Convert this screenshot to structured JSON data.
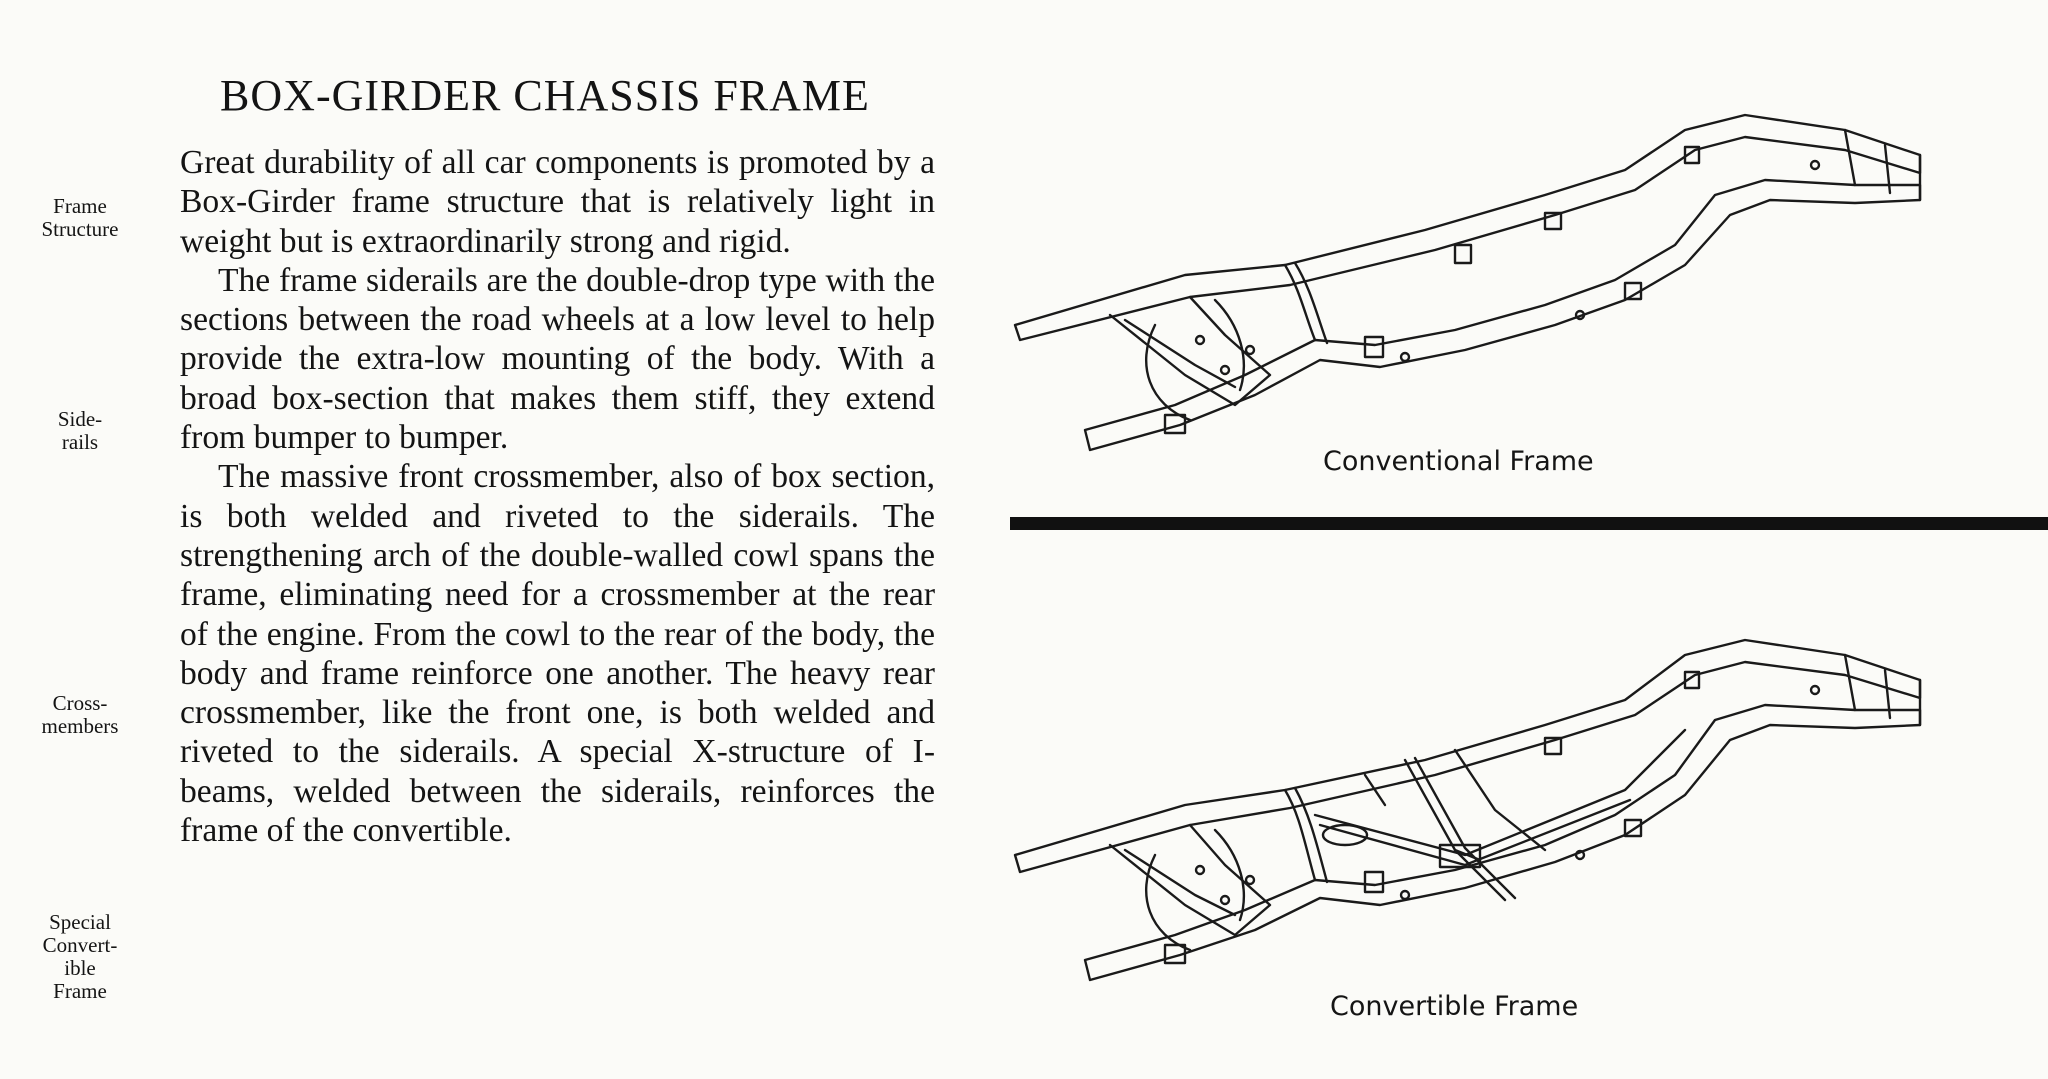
{
  "title": "BOX-GIRDER CHASSIS FRAME",
  "margin_notes": [
    "Frame\nStructure",
    "Side-\nrails",
    "Cross-\nmembers",
    "Special\nConvert-\nible\nFrame"
  ],
  "paragraphs": [
    "Great durability of all car components is promoted by a Box-Girder frame structure that is relatively light in weight but is extraordinarily strong and rigid.",
    "The frame siderails are the double-drop type with the sections between the road wheels at a low level to help provide the extra-low mounting of the body. With a broad box-section that makes them stiff, they extend from bumper to bumper.",
    "The massive front crossmember, also of box section, is both welded and riveted to the siderails. The strengthening arch of the double-walled cowl spans the frame, eliminating need for a crossmember at the rear of the engine. From the cowl to the rear of the body, the body and frame reinforce one another. The heavy rear crossmember, like the front one, is both welded and riveted to the siderails. A special X-structure of I-beams, welded between the siderails, reinforces the frame of the convertible."
  ],
  "figures": [
    {
      "caption": "Conventional Frame"
    },
    {
      "caption": "Convertible Frame"
    }
  ]
}
